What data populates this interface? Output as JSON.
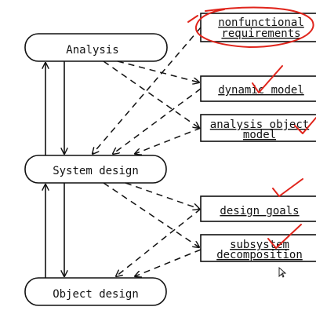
{
  "activities": {
    "analysis": "Analysis",
    "system_design": "System design",
    "object_design": "Object design"
  },
  "products": {
    "nonfunctional_line1": "nonfunctional",
    "nonfunctional_line2": "requirements",
    "dynamic_model": "dynamic model",
    "analysis_object_line1": "analysis object",
    "analysis_object_line2": "model",
    "design_goals": "design goals",
    "subsystem_line1": "subsystem",
    "subsystem_line2": "decomposition"
  },
  "colors": {
    "ink": "#111111",
    "annotation": "#e0241b"
  }
}
